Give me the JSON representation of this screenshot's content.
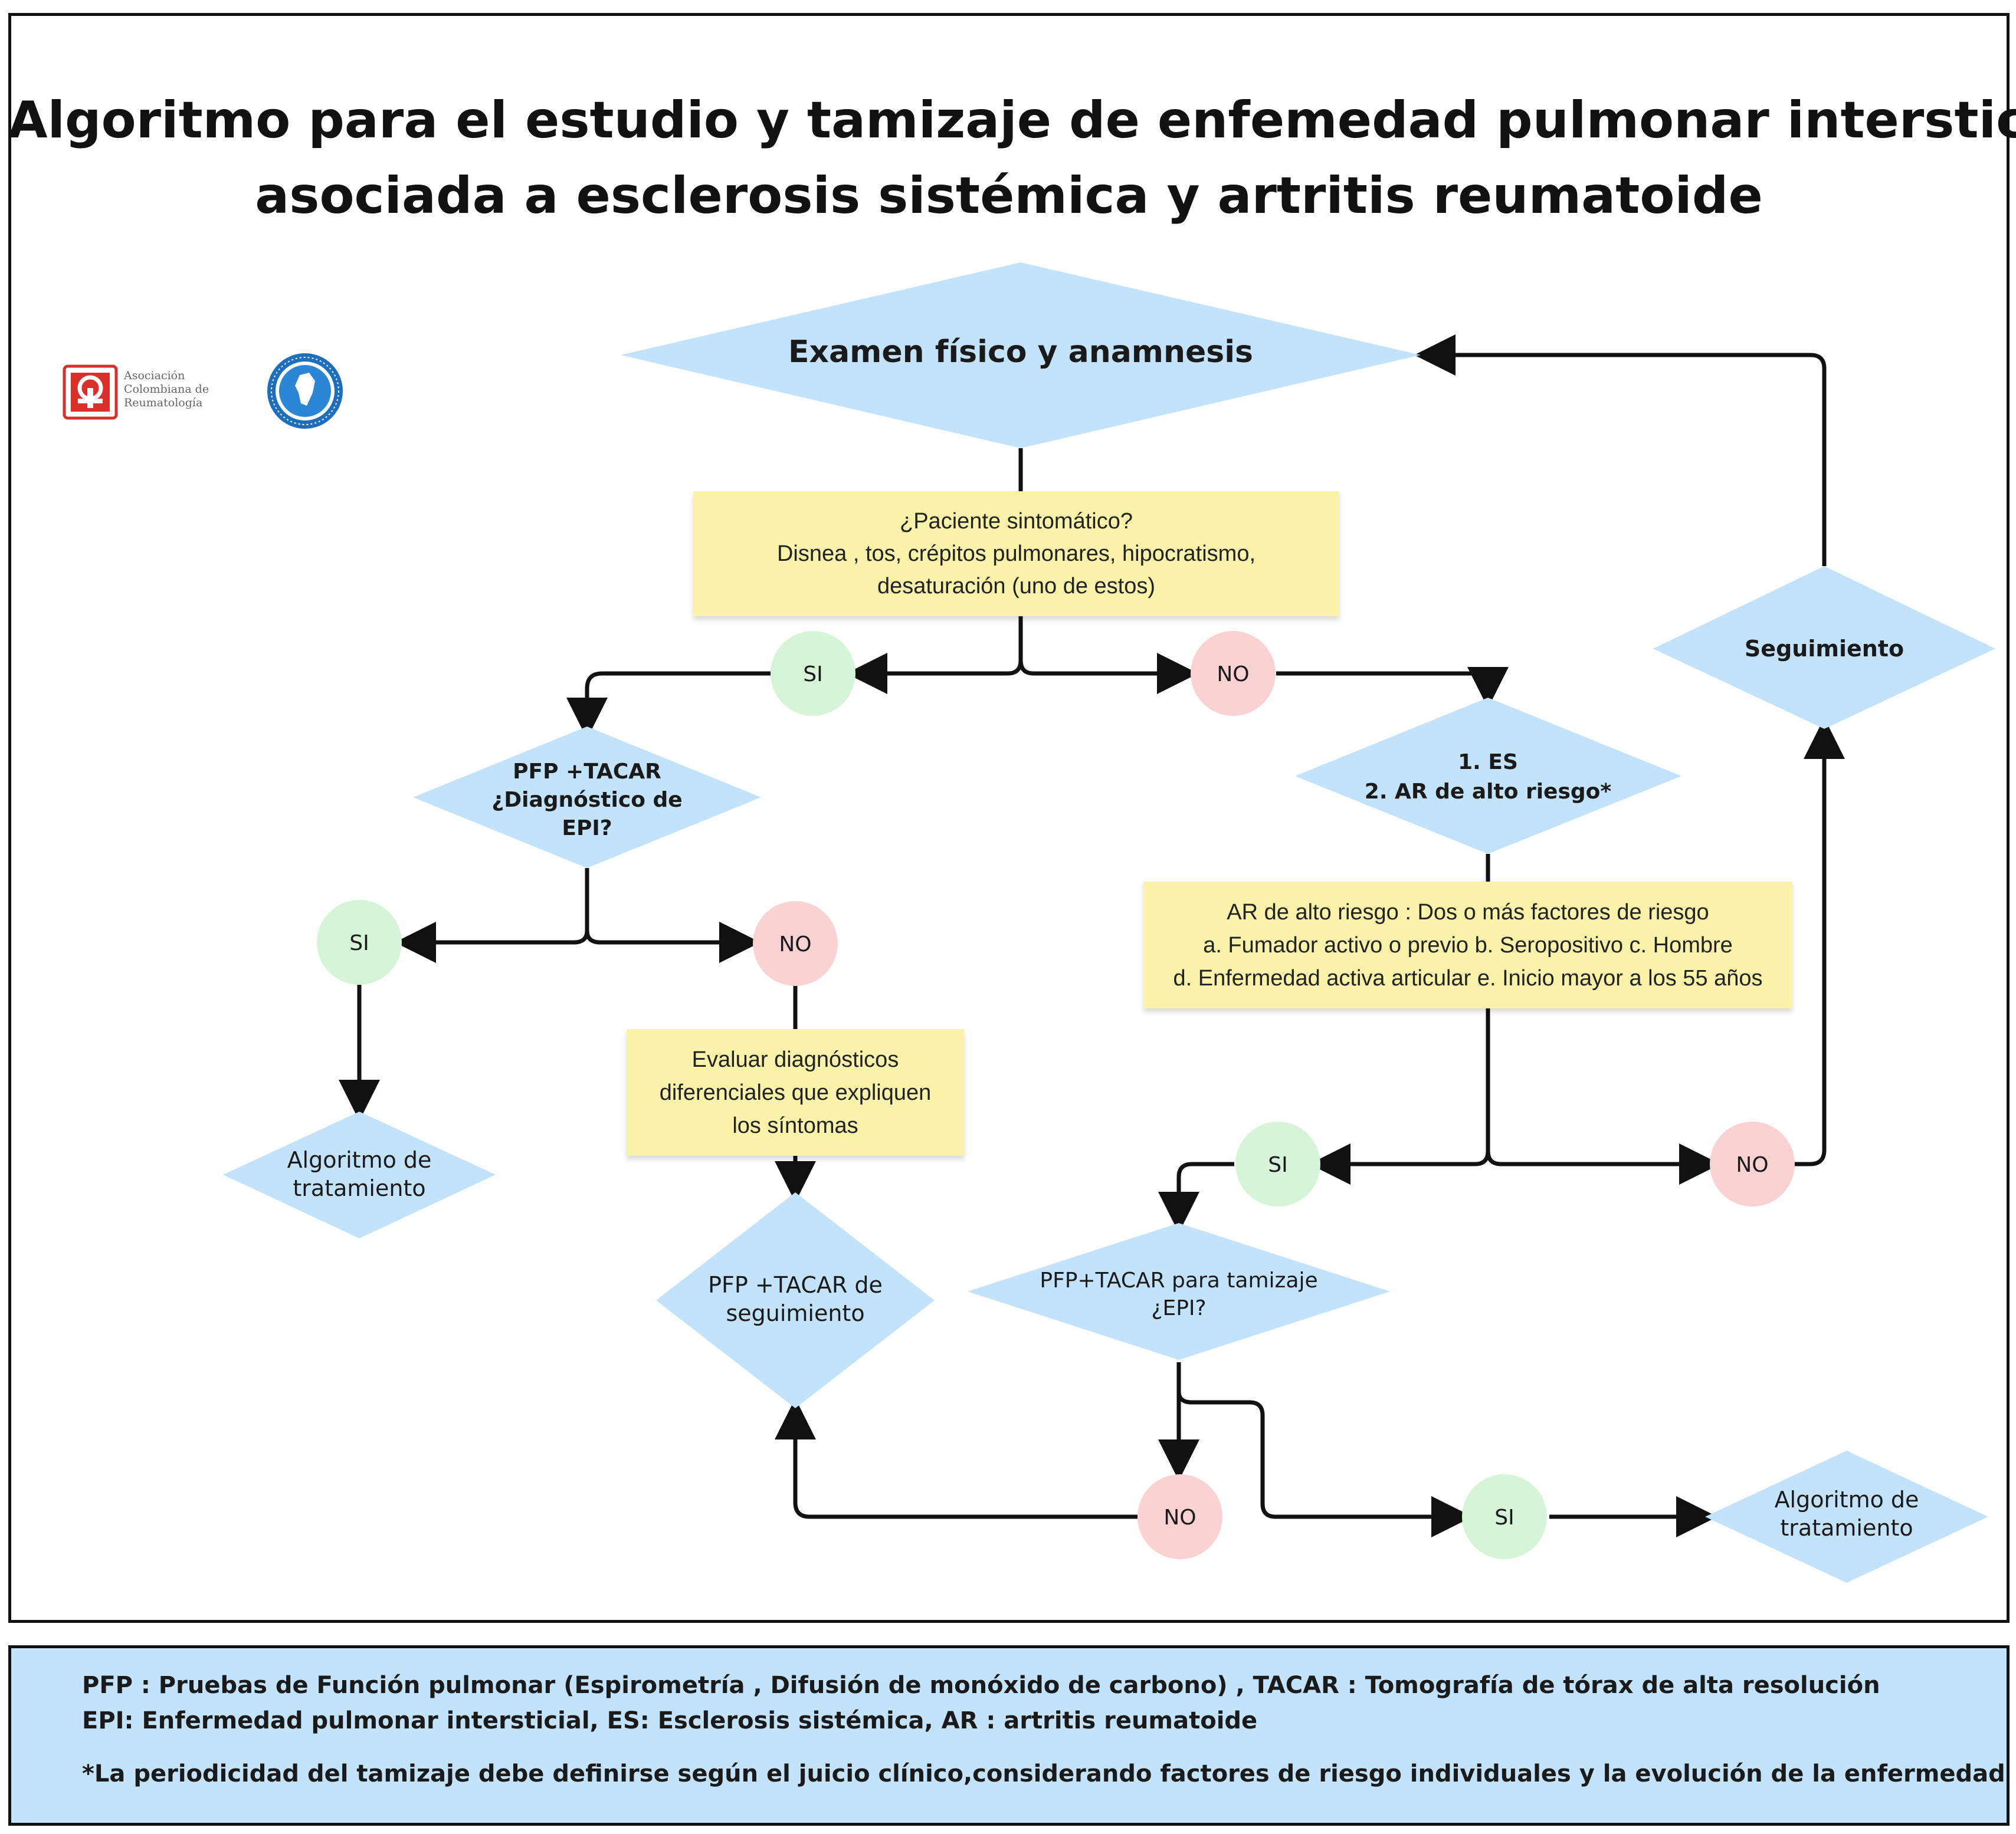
{
  "title": {
    "line1": "Algoritmo para el estudio y tamizaje de enfemedad pulmonar intersticial",
    "line2": "asociada a esclerosis sistémica y artritis reumatoide"
  },
  "logos": {
    "acr_text": [
      "Asociación",
      "Colombiana de",
      "Reumatología"
    ]
  },
  "nodes": {
    "examen": "Examen físico y anamnesis",
    "seguimiento": "Seguimiento",
    "pfp_diag": [
      "PFP +TACAR",
      "¿Diagnóstico de",
      "EPI?"
    ],
    "es_ar": [
      "1. ES",
      "2. AR de alto riesgo*"
    ],
    "algoritmo_left": [
      "Algoritmo de",
      "tratamiento"
    ],
    "pfp_seguimiento": [
      "PFP +TACAR de",
      "seguimiento"
    ],
    "pfp_tamizaje": [
      "PFP+TACAR para tamizaje",
      "¿EPI?"
    ],
    "algoritmo_right": [
      "Algoritmo de",
      "tratamiento"
    ]
  },
  "notes": {
    "sintomatico": [
      "¿Paciente sintomático?",
      "Disnea , tos, crépitos pulmonares, hipocratismo,",
      "desaturación (uno de estos)"
    ],
    "ar_alto_riesgo": [
      "AR de alto riesgo : Dos o más factores de riesgo",
      "a. Fumador activo o previo b. Seropositivo c. Hombre",
      "d. Enfermedad activa articular e. Inicio mayor a los 55 años"
    ],
    "evaluar": [
      "Evaluar diagnósticos",
      "diferenciales que expliquen",
      "los síntomas"
    ]
  },
  "answers": {
    "si": "SI",
    "no": "NO"
  },
  "legend": {
    "line1": "PFP : Pruebas de Función pulmonar (Espirometría , Difusión de monóxido de carbono) ,  TACAR : Tomografía de tórax de alta resolución",
    "line2": "EPI: Enfermedad pulmonar intersticial, ES: Esclerosis sistémica, AR : artritis reumatoide",
    "line3": "*La periodicidad del tamizaje debe definirse según el juicio clínico,considerando factores de riesgo individuales y la evolución de la enfermedad"
  },
  "colors": {
    "diamond": "#c2e3fb",
    "note": "#fbf3a9",
    "si_circle": "#d6f5d8",
    "no_circle": "#fbd2d4",
    "legend_bg": "#c2e3fb",
    "logo_red": "#d9302c",
    "logo_blue": "#1c6fbf"
  }
}
